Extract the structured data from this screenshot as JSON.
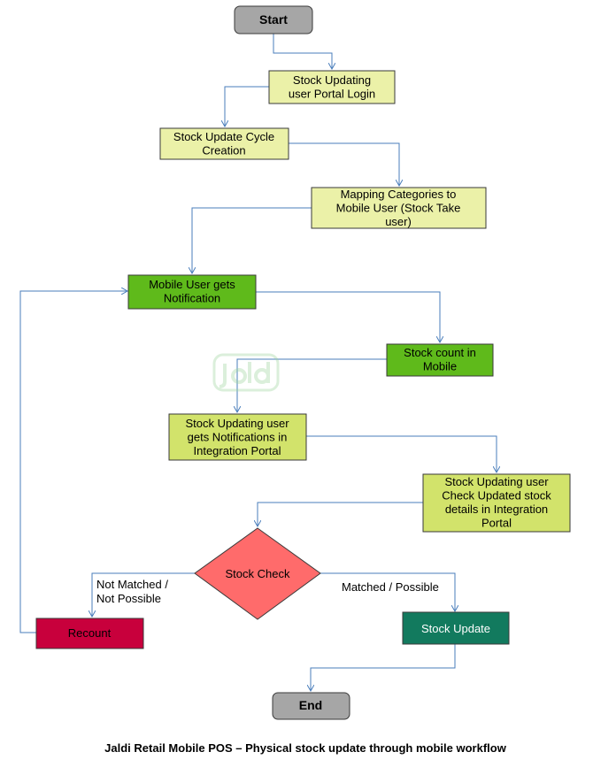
{
  "caption": "Jaldi Retail Mobile POS – Physical stock update through mobile workflow",
  "watermark_text": "jaldi",
  "colors": {
    "terminal": "#a6a6a6",
    "light_step": "#ebf1a8",
    "green_step": "#5fba1b",
    "lime_step": "#d2e36b",
    "decision": "#ff6b6b",
    "recount": "#c8003c",
    "stock_update": "#127a5e",
    "edge": "#4a7ebb"
  },
  "nodes": [
    {
      "id": "start",
      "lines": [
        "Start"
      ]
    },
    {
      "id": "login",
      "lines": [
        "Stock Updating",
        "user Portal Login"
      ]
    },
    {
      "id": "cycle",
      "lines": [
        "Stock Update Cycle",
        "Creation"
      ]
    },
    {
      "id": "mapping",
      "lines": [
        "Mapping Categories to",
        "Mobile User (Stock Take",
        "user)"
      ]
    },
    {
      "id": "notify",
      "lines": [
        "Mobile User gets",
        "Notification"
      ]
    },
    {
      "id": "count",
      "lines": [
        "Stock count in",
        "Mobile"
      ]
    },
    {
      "id": "integration_notify",
      "lines": [
        "Stock Updating user",
        "gets Notifications in",
        "Integration Portal"
      ]
    },
    {
      "id": "check_details",
      "lines": [
        "Stock Updating user",
        "Check Updated stock",
        "details in Integration",
        "Portal"
      ]
    },
    {
      "id": "decision",
      "lines": [
        "Stock Check"
      ]
    },
    {
      "id": "recount",
      "lines": [
        "Recount"
      ]
    },
    {
      "id": "stock_update",
      "lines": [
        "Stock Update"
      ]
    },
    {
      "id": "end",
      "lines": [
        "End"
      ]
    }
  ],
  "edge_labels": {
    "not_matched": [
      "Not Matched /",
      "Not Possible"
    ],
    "matched": "Matched / Possible"
  }
}
